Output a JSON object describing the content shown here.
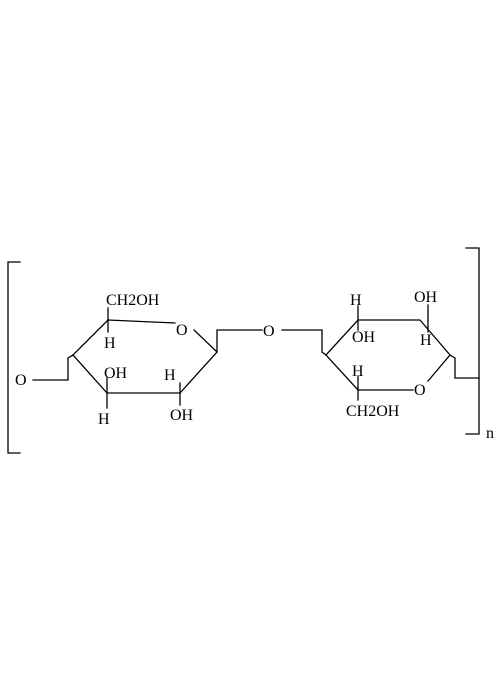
{
  "structure": {
    "ring1": {
      "ch2oh": "CH2OH",
      "ring_oxygen": "O",
      "h_upper": "H",
      "oh_left": "OH",
      "h_right": "H",
      "h_lower": "H",
      "oh_lower": "OH"
    },
    "left_oxygen": "O",
    "bridge_oxygen": "O",
    "ring2": {
      "h_top": "H",
      "oh_top": "OH",
      "oh_upper": "OH",
      "h_upper_right": "H",
      "h_lower": "H",
      "ring_oxygen": "O",
      "ch2oh": "CH2OH"
    },
    "repeat_subscript": "n"
  }
}
